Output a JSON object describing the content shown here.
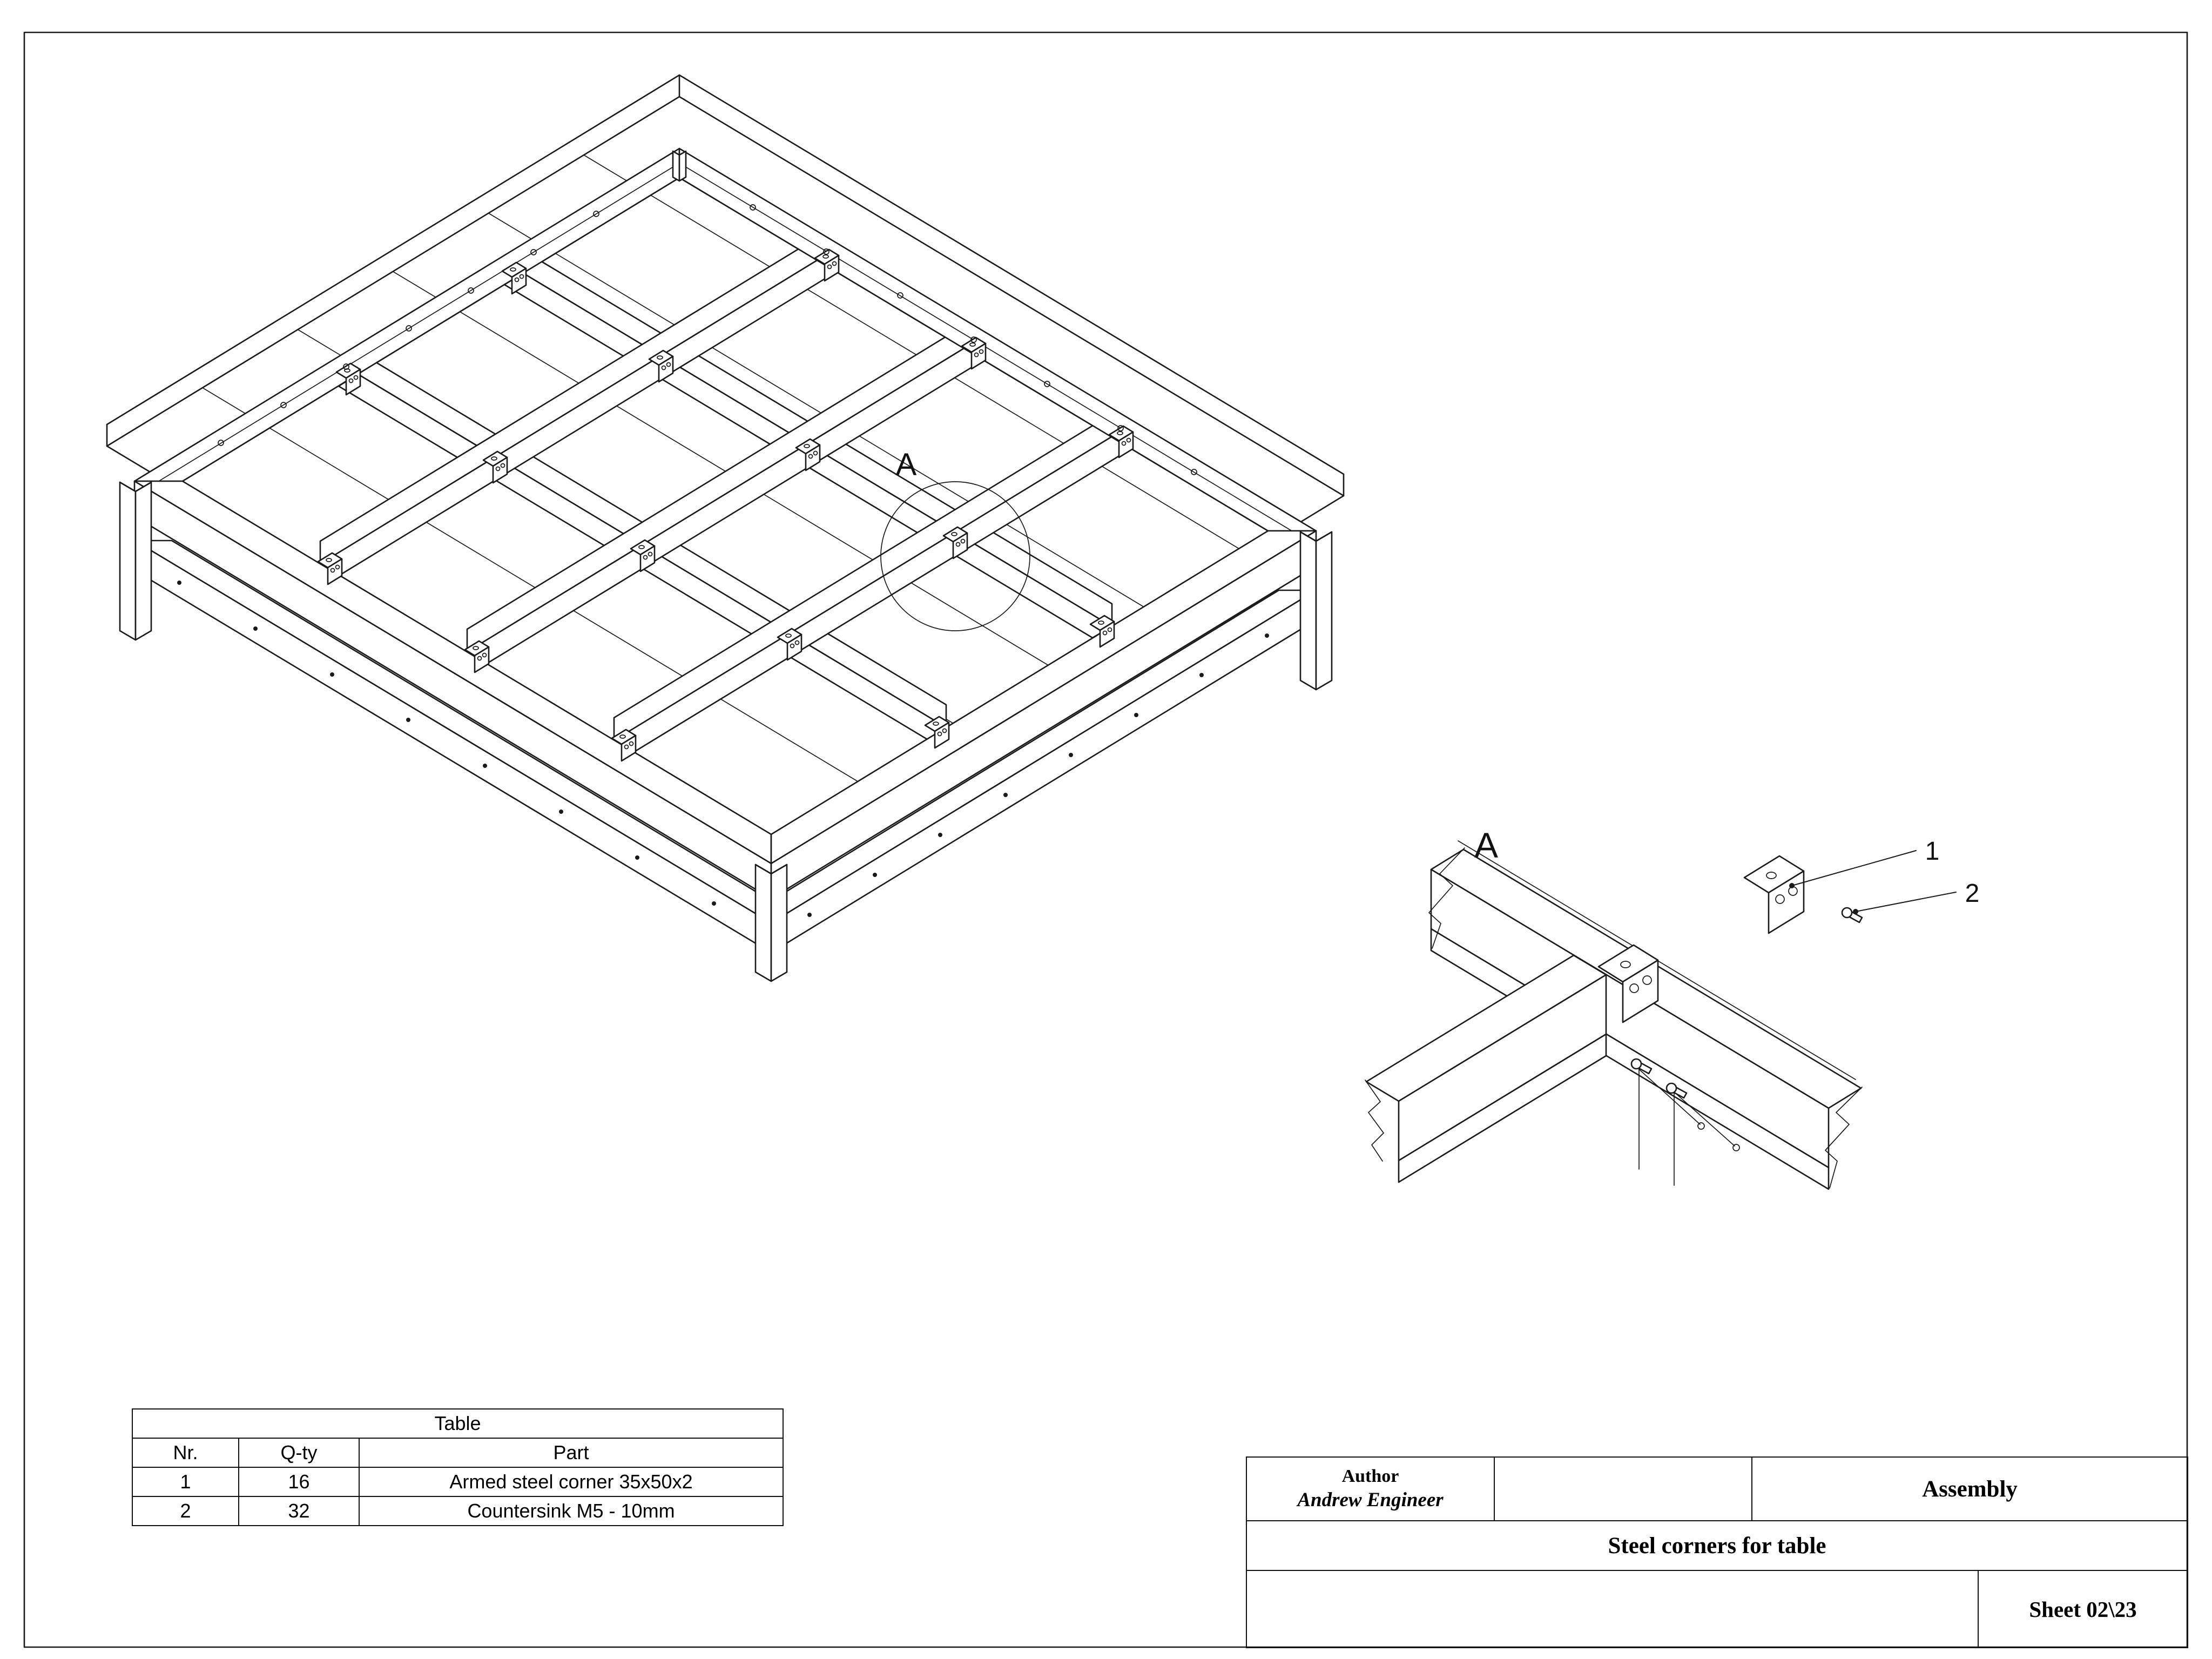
{
  "sheet": {
    "main_view": {
      "detail_marker": "A"
    },
    "detail_view": {
      "marker": "A",
      "callout_bracket": "1",
      "callout_screw": "2"
    },
    "parts_table": {
      "title": "Table",
      "columns": [
        "Nr.",
        "Q-ty",
        "Part"
      ],
      "rows": [
        {
          "nr": "1",
          "qty": "16",
          "part": "Armed steel corner 35x50x2"
        },
        {
          "nr": "2",
          "qty": "32",
          "part": "Countersink M5 - 10mm"
        }
      ]
    },
    "title_block": {
      "author_label": "Author",
      "author_name": "Andrew Engineer",
      "doc_type": "Assembly",
      "drawing_title": "Steel corners for table",
      "sheet_info": "Sheet  02\\23"
    }
  }
}
